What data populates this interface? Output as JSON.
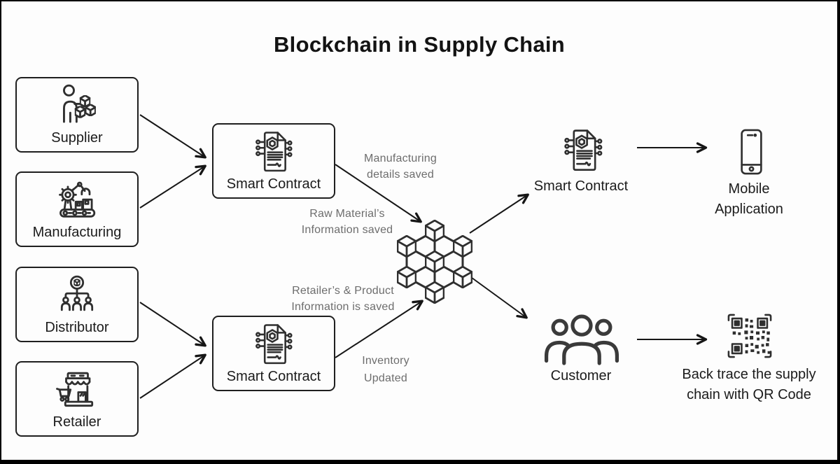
{
  "title": "Blockchain in Supply Chain",
  "nodes": {
    "supplier": {
      "label": "Supplier"
    },
    "manufacturing": {
      "label": "Manufacturing"
    },
    "distributor": {
      "label": "Distributor"
    },
    "retailer": {
      "label": "Retailer"
    },
    "smart_contract_upper": {
      "label": "Smart Contract"
    },
    "smart_contract_lower": {
      "label": "Smart Contract"
    },
    "smart_contract_right": {
      "label": "Smart Contract"
    },
    "mobile_application": {
      "lines": [
        "Mobile",
        "Application"
      ]
    },
    "customer": {
      "label": "Customer"
    },
    "qr_backtrace": {
      "lines": [
        "Back trace the supply",
        "chain with QR Code"
      ]
    }
  },
  "annotations": {
    "manufacturing_details": {
      "lines": [
        "Manufacturing",
        "details saved"
      ]
    },
    "raw_material": {
      "lines": [
        "Raw Material’s",
        "Information saved"
      ]
    },
    "retailer_product": {
      "lines": [
        "Retailer’s & Product",
        "Information is saved"
      ]
    },
    "inventory": {
      "lines": [
        "Inventory",
        "Updated"
      ]
    }
  },
  "icons": {
    "supplier": "person-with-packages-icon",
    "manufacturing": "robotic-arm-conveyor-icon",
    "distributor": "distribution-network-icon",
    "retailer": "storefront-cart-icon",
    "smart_contract": "smart-contract-document-icon",
    "blockchain": "blockchain-cubes-icon",
    "mobile_application": "smartphone-icon",
    "customer": "customer-group-icon",
    "qr_backtrace": "qr-code-icon"
  },
  "colors": {
    "background": "#fdfdfd",
    "frame_border": "#000000",
    "box_border": "#1f1f1f",
    "icon_stroke": "#2f2f2f",
    "label_text": "#1b1b1b",
    "annotation_text": "#6d6d6d",
    "arrow": "#161616"
  }
}
